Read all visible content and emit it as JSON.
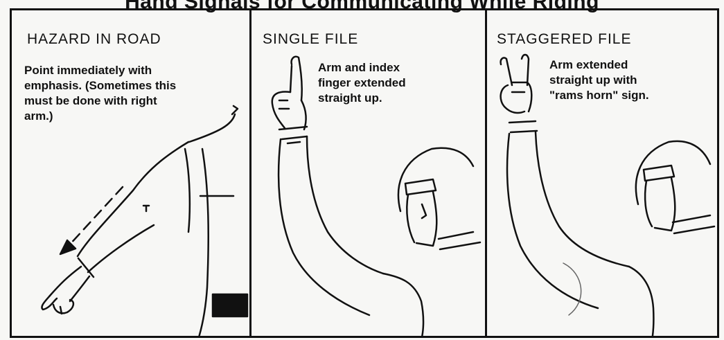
{
  "header": {
    "title": "Hand Signals for Communicating While Riding"
  },
  "panels": [
    {
      "title": "HAZARD IN ROAD",
      "description": "Point immediately with\nemphasis.  (Sometimes this\nmust be done with right\narm.)",
      "icon": "pointing-down-arm"
    },
    {
      "title": "SINGLE FILE",
      "description": "Arm and index\nfinger extended\nstraight up.",
      "icon": "index-finger-up-arm"
    },
    {
      "title": "STAGGERED FILE",
      "description": "Arm extended\nstraight up with\n\"rams horn\" sign.",
      "icon": "rams-horn-arm"
    }
  ]
}
